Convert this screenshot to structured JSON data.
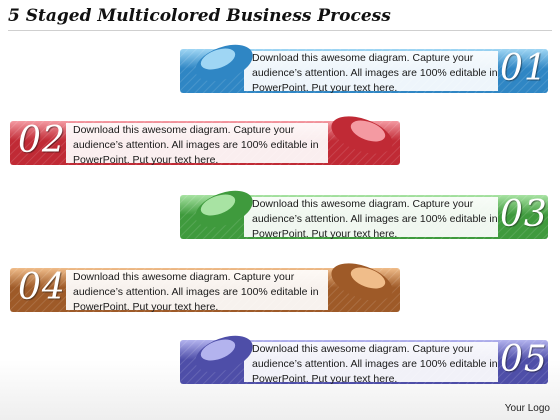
{
  "title": "5 Staged Multicolored Business Process",
  "steps": [
    {
      "number": "01",
      "text": "Download this awesome diagram. Capture your audience’s attention. All images are 100% editable in PowerPoint. Put your text here.",
      "color": "#2f86c4",
      "light": "#9fd6f4",
      "side": "right"
    },
    {
      "number": "02",
      "text": "Download this awesome diagram. Capture your audience’s attention. All images are 100% editable in PowerPoint. Put your text here.",
      "color": "#c02a35",
      "light": "#f49aa2",
      "side": "left"
    },
    {
      "number": "03",
      "text": "Download this awesome diagram. Capture your audience’s attention. All images are 100% editable in PowerPoint. Put your text here.",
      "color": "#3f9a3d",
      "light": "#a8e3a3",
      "side": "right"
    },
    {
      "number": "04",
      "text": "Download this awesome diagram. Capture your audience’s attention. All images are 100% editable in PowerPoint. Put your text here.",
      "color": "#9e5a28",
      "light": "#f0bd8a",
      "side": "left"
    },
    {
      "number": "05",
      "text": "Download this awesome diagram. Capture your audience’s attention. All images are 100% editable in PowerPoint. Put your text here.",
      "color": "#4e4ea8",
      "light": "#b3b3ee",
      "side": "right"
    }
  ],
  "logo": "Your Logo"
}
